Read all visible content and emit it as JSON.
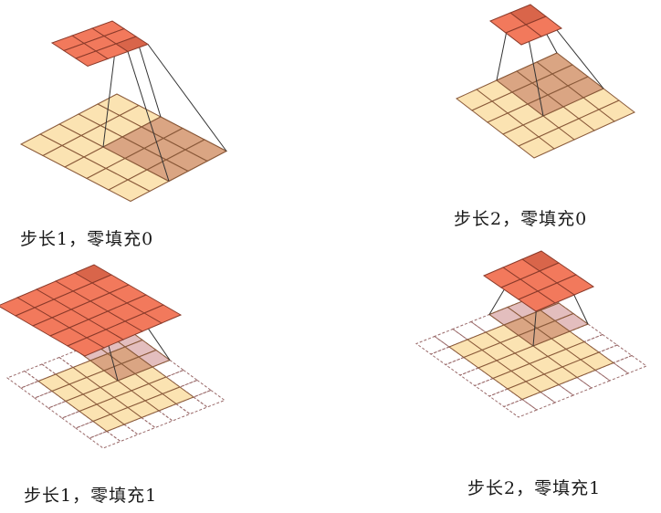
{
  "panels": [
    {
      "id": "s1p0",
      "caption": "步长1，零填充0",
      "input_size": 5,
      "padding": 0,
      "stride": 1,
      "output_size": 3,
      "highlight_input_origin": [
        2,
        0
      ],
      "highlight_output_cell": [
        2,
        0
      ]
    },
    {
      "id": "s2p0",
      "caption": "步长2，零填充0",
      "input_size": 5,
      "padding": 0,
      "stride": 2,
      "output_size": 2,
      "highlight_input_origin": [
        0,
        0
      ],
      "highlight_output_cell": [
        0,
        0
      ]
    },
    {
      "id": "s1p1",
      "caption": "步长1，零填充1",
      "input_size": 5,
      "padding": 1,
      "stride": 1,
      "output_size": 5,
      "highlight_input_origin": [
        0,
        0
      ],
      "highlight_output_cell": [
        0,
        0
      ]
    },
    {
      "id": "s2p1",
      "caption": "步长2，零填充1",
      "input_size": 5,
      "padding": 1,
      "stride": 2,
      "output_size": 3,
      "highlight_input_origin": [
        0,
        0
      ],
      "highlight_output_cell": [
        0,
        0
      ]
    }
  ],
  "colors": {
    "input_fill": "#fbe3b2",
    "input_stroke": "#8a5a3a",
    "window_fill": "#d39a7a",
    "window_pad_fill": "#d9a8a8",
    "output_fill": "#f2795c",
    "output_highlight": "#d9654a",
    "output_stroke": "#8a3a2a",
    "padding_stroke": "#9a6a6a",
    "line": "#333333"
  }
}
